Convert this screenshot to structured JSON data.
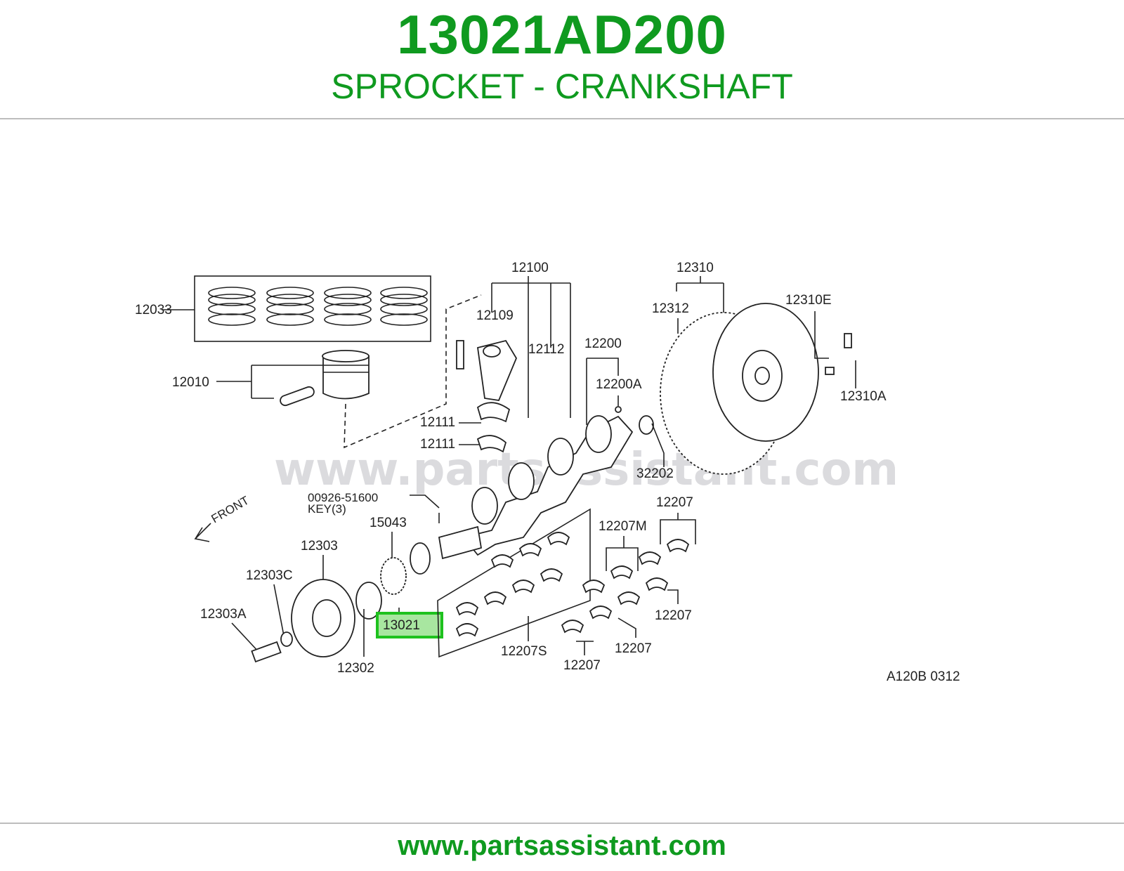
{
  "header": {
    "part_number": "13021AD200",
    "part_name": "SPROCKET - CRANKSHAFT"
  },
  "diagram": {
    "labels": {
      "l12033": "12033",
      "l12010": "12010",
      "l12100": "12100",
      "l12109": "12109",
      "l12112": "12112",
      "l12111a": "12111",
      "l12111b": "12111",
      "l12310": "12310",
      "l12312": "12312",
      "l12310E": "12310E",
      "l12310A": "12310A",
      "l12200": "12200",
      "l12200A": "12200A",
      "l32202": "32202",
      "l00926": "00926-51600",
      "lkey": "KEY(3)",
      "lfront": "FRONT",
      "l15043": "15043",
      "l12303": "12303",
      "l12303C": "12303C",
      "l12303A": "12303A",
      "l12302": "12302",
      "l13021": "13021",
      "l12207Sx": "12207S",
      "l12207a": "12207",
      "l12207M": "12207M",
      "l12207b": "12207",
      "l12207c": "12207",
      "l12207d": "12207",
      "lref": "A120B 0312"
    },
    "watermark": "www.partsassistant.com",
    "highlight_color": "#1ec21e",
    "highlight_fill": "#a8e6a0"
  },
  "footer": {
    "url": "www.partsassistant.com"
  },
  "colors": {
    "brand_green": "#0f9a1f",
    "rule": "#bdbdbd"
  }
}
